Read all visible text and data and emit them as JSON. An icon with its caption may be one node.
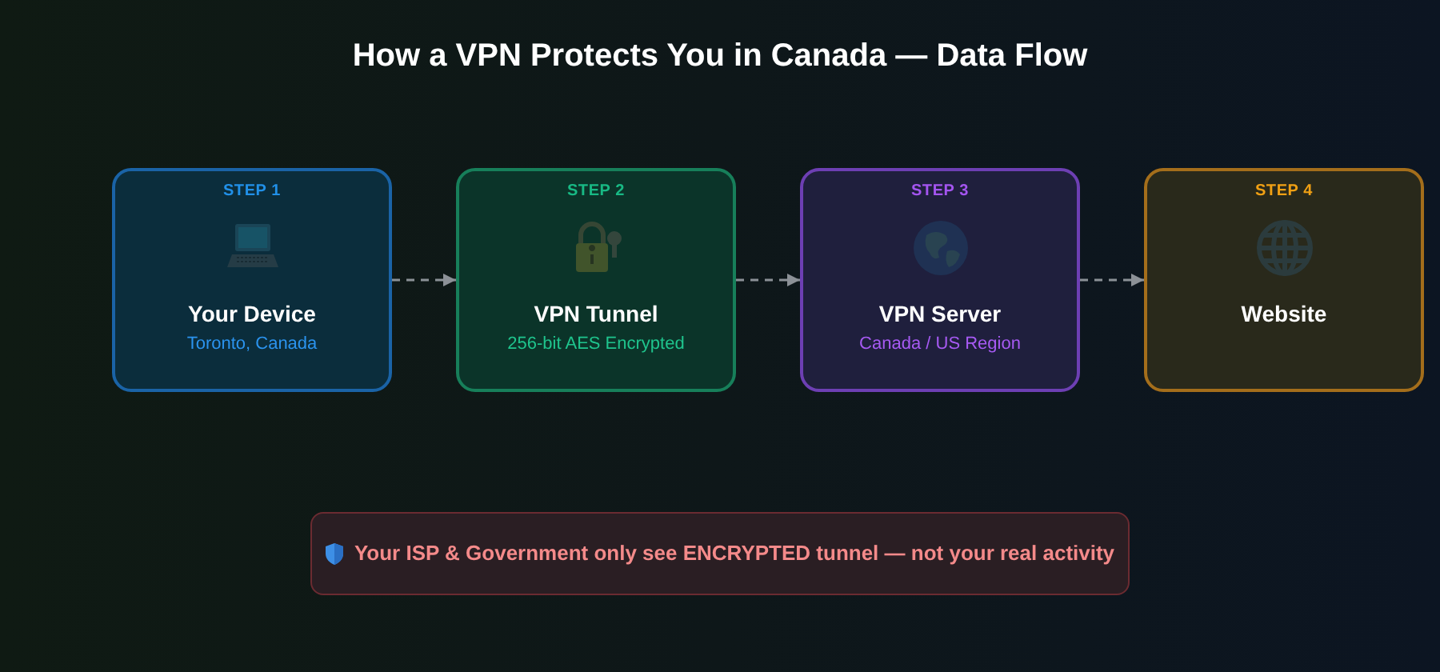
{
  "diagram": {
    "title": "How a VPN Protects You in Canada — Data Flow",
    "nodes": [
      {
        "text": [
          "STEP 1",
          "Your Device",
          "Toronto, Canada"
        ]
      },
      {
        "text": [
          "STEP 2",
          "VPN Tunnel",
          "256-bit AES Encrypted"
        ]
      },
      {
        "text": [
          "STEP 3",
          "VPN Server",
          "Canada / US Region"
        ]
      },
      {
        "text": [
          "STEP 4",
          "Website"
        ]
      },
      {
        "text": [
          "Your ISP & Government only see ENCRYPTED tunnel — not your real activity"
        ]
      }
    ],
    "edges": [
      {
        "from": 0,
        "to": 1,
        "arrow": "to",
        "style": "dashed"
      },
      {
        "from": 1,
        "to": 2,
        "arrow": "to",
        "style": "dashed"
      },
      {
        "from": 2,
        "to": 3,
        "arrow": "to",
        "style": "dashed"
      }
    ]
  }
}
